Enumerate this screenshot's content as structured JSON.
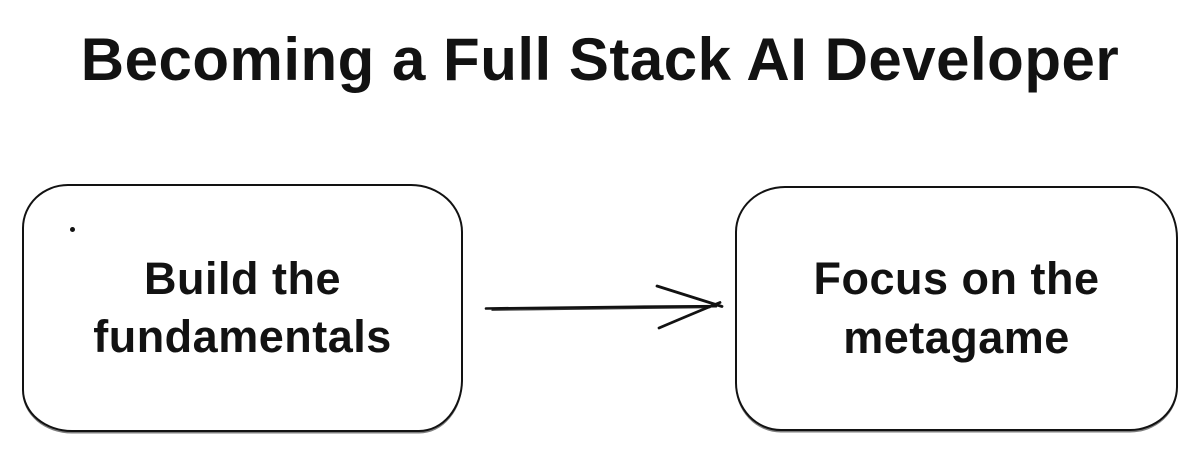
{
  "title": "Becoming a Full Stack AI Developer",
  "colors": {
    "ink": "#121212",
    "background": "#ffffff"
  },
  "nodes": [
    {
      "label": "Build the fundamentals",
      "lines": [
        "Build the",
        "fundamentals"
      ]
    },
    {
      "label": "Focus on the metagame",
      "lines": [
        "Focus on the",
        "metagame"
      ]
    }
  ],
  "arrow": {
    "from": "Build the fundamentals",
    "to": "Focus on the metagame",
    "direction": "right"
  }
}
